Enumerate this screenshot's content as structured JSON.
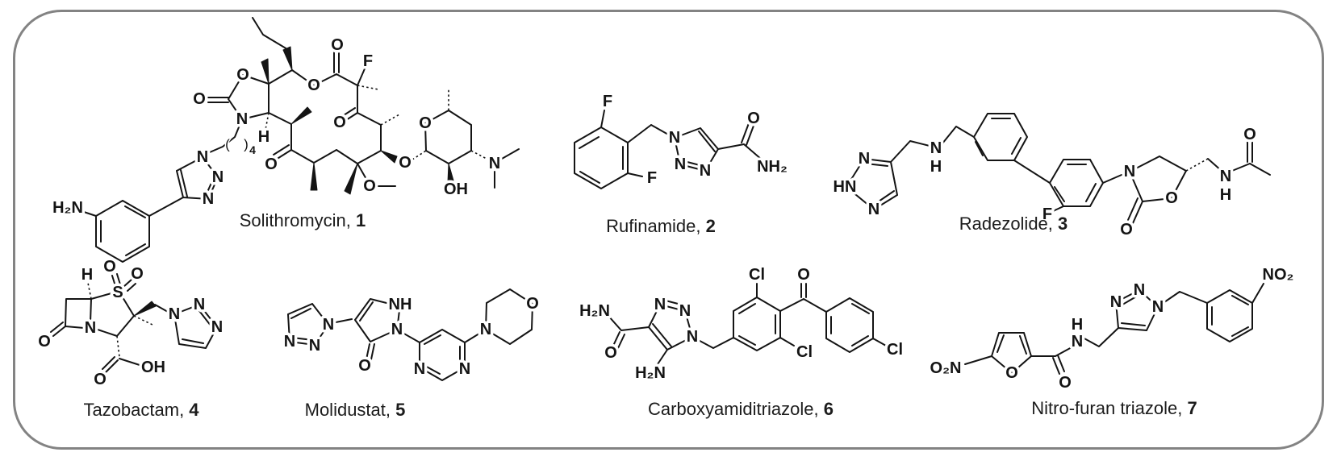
{
  "figure": {
    "type": "chemical-structures",
    "frame_border_color": "#838383",
    "background_color": "#ffffff",
    "bond_color": "#141414",
    "caption_color": "#1c1c1c"
  },
  "molecules": [
    {
      "name": "Solithromycin",
      "number": "1",
      "caption": "Solithromycin, ",
      "atoms": [
        "O",
        "O",
        "N",
        "H",
        "4",
        "N",
        "N",
        "N",
        "H₂N",
        "O",
        "O",
        "F",
        "O",
        "O",
        "O",
        "O",
        "O",
        "OH",
        "N",
        "(",
        ")"
      ]
    },
    {
      "name": "Rufinamide",
      "number": "2",
      "caption": "Rufinamide, ",
      "atoms": [
        "F",
        "F",
        "N",
        "N",
        "N",
        "O",
        "NH₂"
      ]
    },
    {
      "name": "Radezolide",
      "number": "3",
      "caption": "Radezolide, ",
      "atoms": [
        "N",
        "HN",
        "N",
        "N",
        "H",
        "F",
        "N",
        "O",
        "O",
        "N",
        "H",
        "O"
      ]
    },
    {
      "name": "Tazobactam",
      "number": "4",
      "caption": "Tazobactam, ",
      "atoms": [
        "H",
        "O",
        "O",
        "S",
        "N",
        "O",
        "N",
        "N",
        "N",
        "O",
        "OH"
      ]
    },
    {
      "name": "Molidustat",
      "number": "5",
      "caption": "Molidustat, ",
      "atoms": [
        "N",
        "N",
        "N",
        "NH",
        "N",
        "O",
        "N",
        "N",
        "N",
        "O"
      ]
    },
    {
      "name": "Carboxyamiditriazole",
      "number": "6",
      "caption": "Carboxyamiditriazole, ",
      "atoms": [
        "H₂N",
        "O",
        "N",
        "N",
        "N",
        "H₂N",
        "Cl",
        "Cl",
        "O",
        "Cl"
      ]
    },
    {
      "name": "Nitro-furan triazole",
      "number": "7",
      "caption": "Nitro-furan triazole, ",
      "atoms": [
        "O₂N",
        "O",
        "O",
        "H",
        "N",
        "N",
        "N",
        "N",
        "NO₂"
      ]
    }
  ]
}
